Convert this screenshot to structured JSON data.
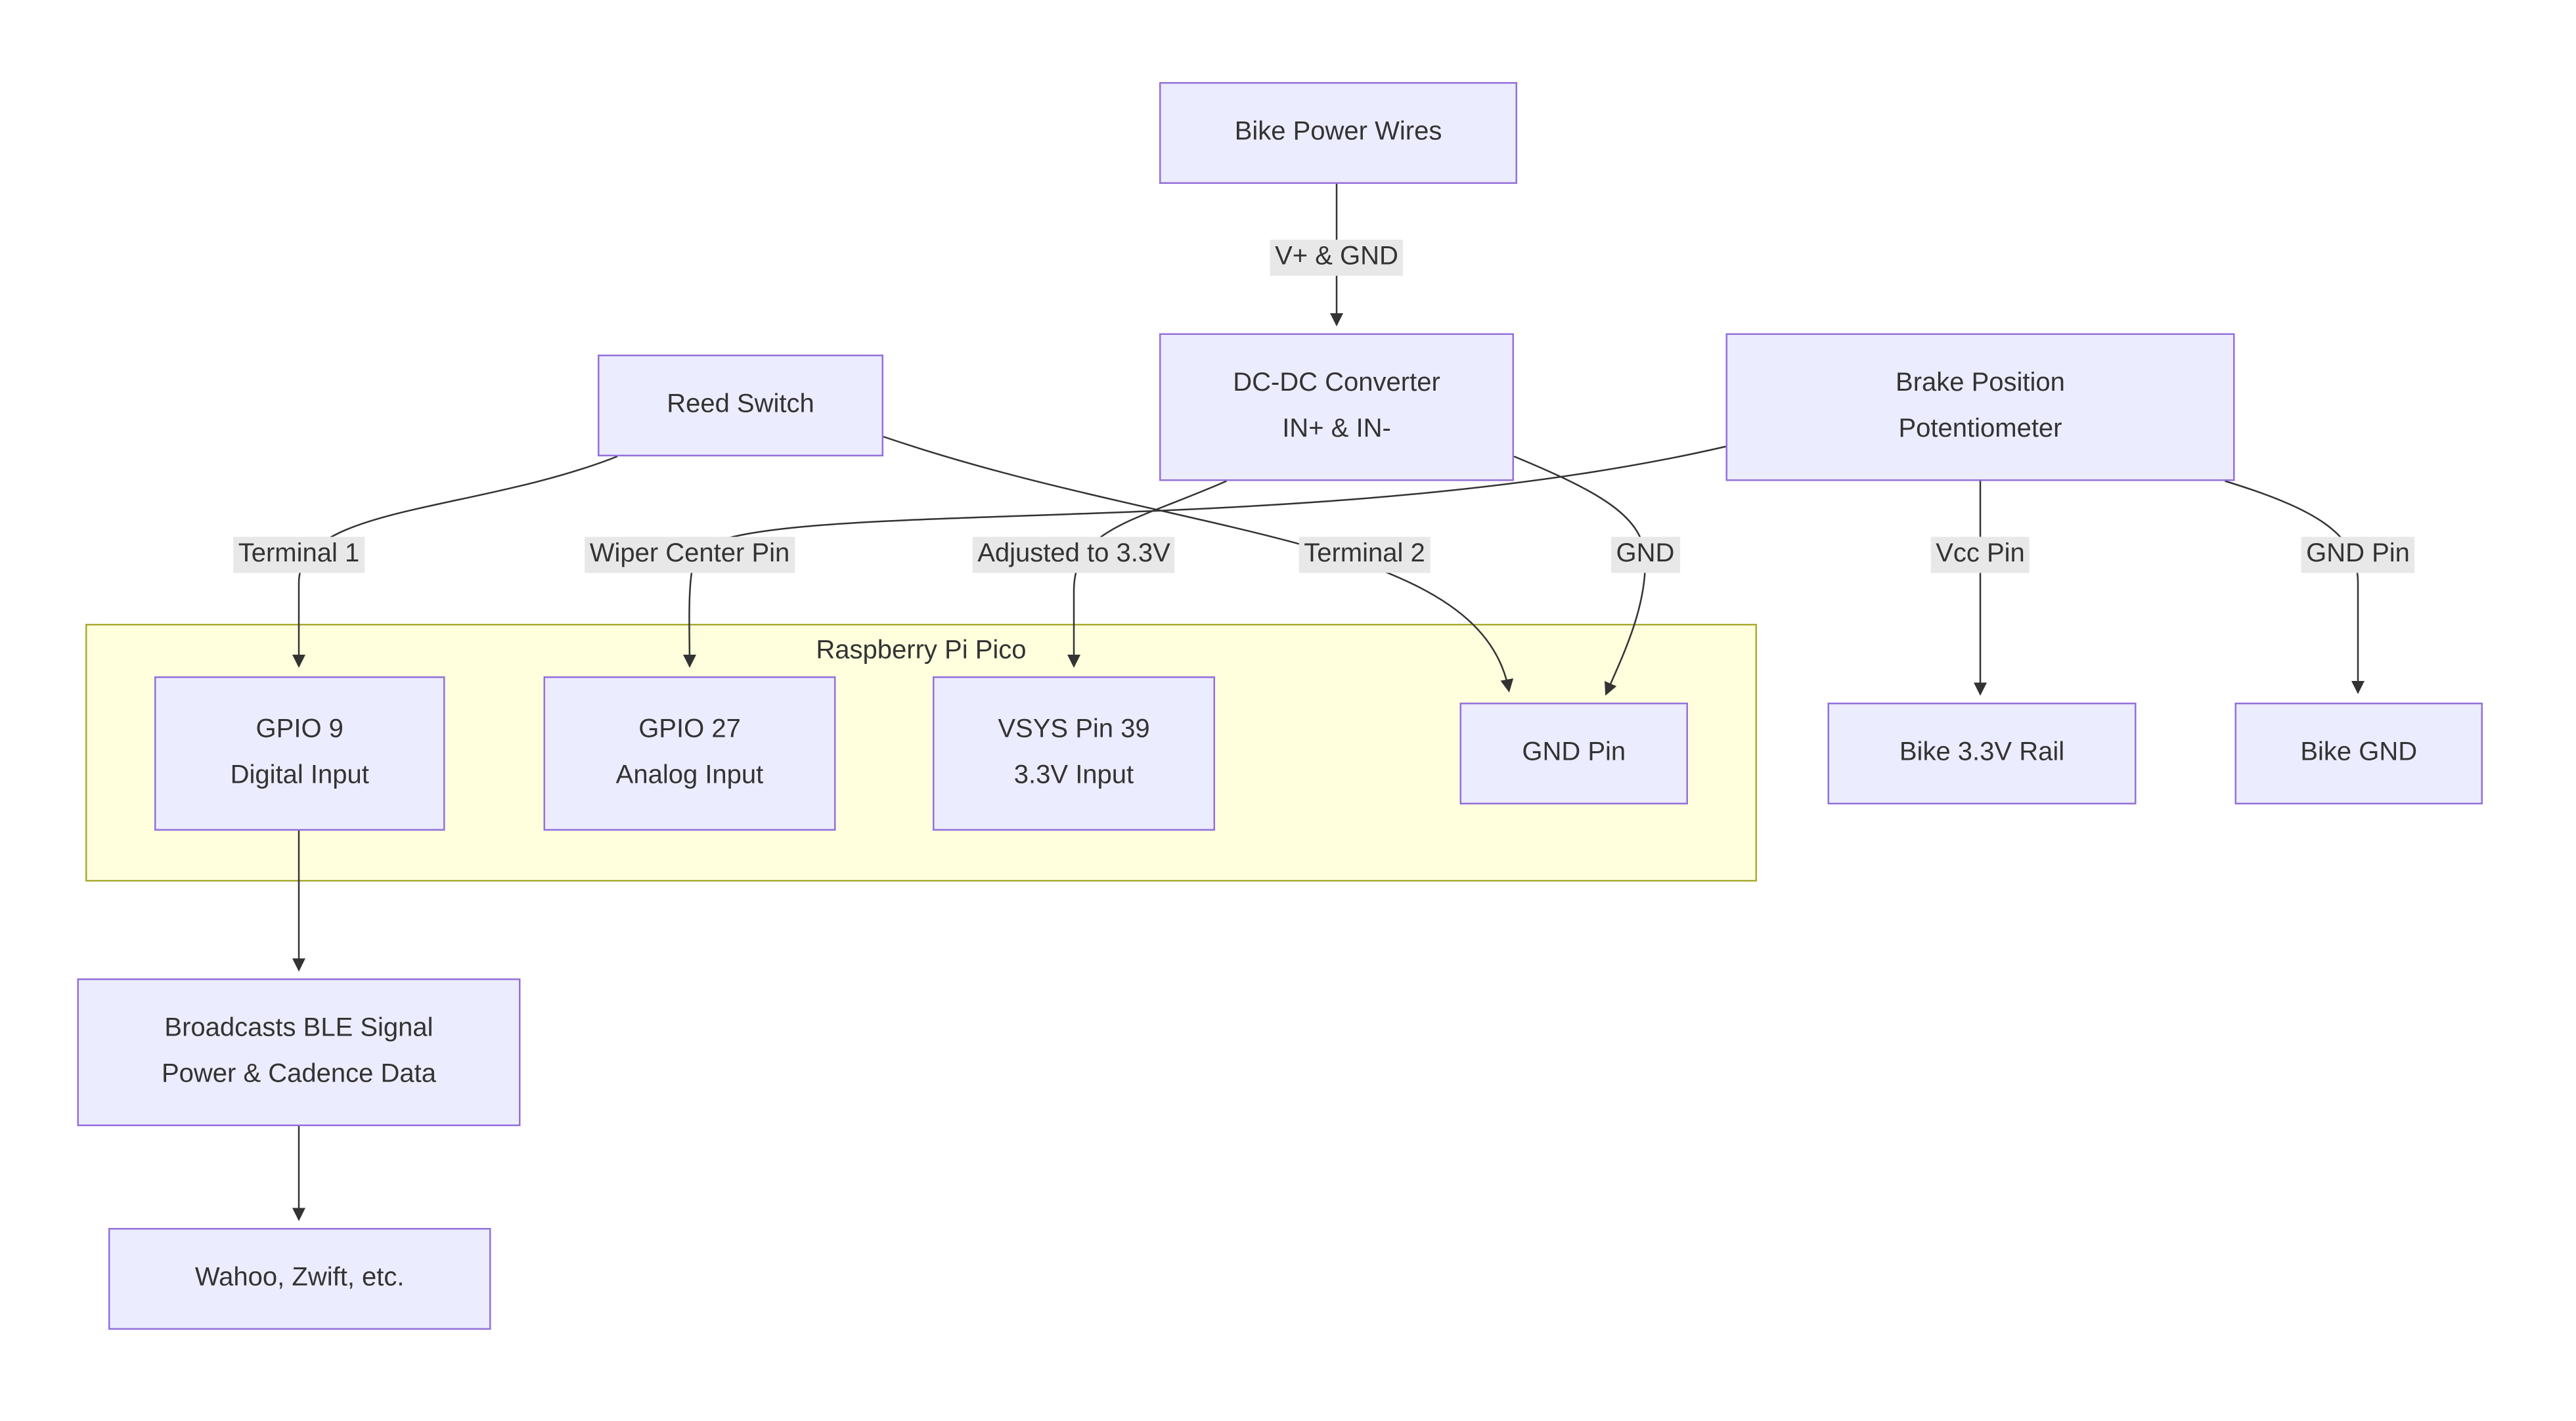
{
  "diagram": {
    "cluster_title": "Raspberry Pi Pico",
    "nodes": {
      "bike_power_wires": {
        "label": "Bike Power Wires"
      },
      "dc_dc_converter": {
        "line1": "DC-DC Converter",
        "line2": "IN+ & IN-"
      },
      "reed_switch": {
        "label": "Reed Switch"
      },
      "brake_potentiometer": {
        "line1": "Brake Position",
        "line2": "Potentiometer"
      },
      "gpio9": {
        "line1": "GPIO 9",
        "line2": "Digital Input"
      },
      "gpio27": {
        "line1": "GPIO 27",
        "line2": "Analog Input"
      },
      "vsys": {
        "line1": "VSYS Pin 39",
        "line2": "3.3V Input"
      },
      "gnd_pin": {
        "label": "GND Pin"
      },
      "bike_33v_rail": {
        "label": "Bike 3.3V Rail"
      },
      "bike_gnd": {
        "label": "Bike GND"
      },
      "ble_broadcast": {
        "line1": "Broadcasts BLE Signal",
        "line2": "Power & Cadence Data"
      },
      "apps": {
        "label": "Wahoo, Zwift, etc."
      }
    },
    "edge_labels": {
      "v_gnd": "V+ & GND",
      "terminal_1": "Terminal 1",
      "wiper_center_pin": "Wiper Center Pin",
      "adjusted_33v": "Adjusted to 3.3V",
      "terminal_2": "Terminal 2",
      "gnd": "GND",
      "vcc_pin": "Vcc Pin",
      "gnd_pin": "GND Pin"
    },
    "colors": {
      "node_fill": "#ECECFF",
      "node_border": "#9370DB",
      "cluster_fill": "#FFFFDE",
      "cluster_border": "#AAAA33",
      "edge": "#333333",
      "edge_label_bg": "#E8E8E8",
      "text": "#333333"
    }
  }
}
